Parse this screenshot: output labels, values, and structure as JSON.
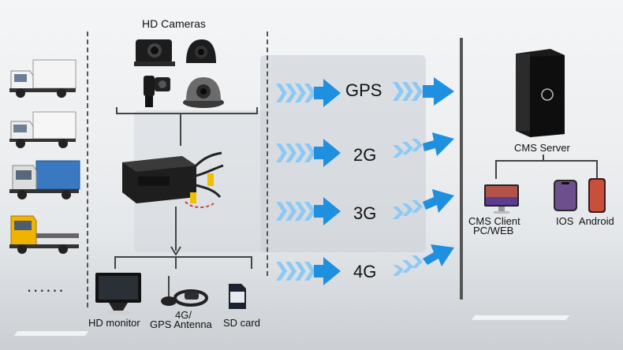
{
  "cameras_label": "HD Cameras",
  "protocols": [
    "GPS",
    "2G",
    "3G",
    "4G"
  ],
  "server_label": "CMS Server",
  "client_label_line1": "CMS Client",
  "client_label_line2": "PC/WEB",
  "mobile_label": "IOS  Android",
  "monitor_label": "HD monitor",
  "antenna_label_line1": "4G/",
  "antenna_label_line2": "GPS Antenna",
  "sdcard_label": "SD card",
  "ellipsis": "......",
  "colors": {
    "arrow_blue": "#1f8fe0",
    "arrow_light": "#8ccaf5",
    "line": "#444444"
  },
  "icons": [
    "truck-icon",
    "camera-icon",
    "mdvr-icon",
    "monitor-icon",
    "antenna-icon",
    "sd-card-icon",
    "server-tower-icon",
    "desktop-icon",
    "phone-icon"
  ]
}
